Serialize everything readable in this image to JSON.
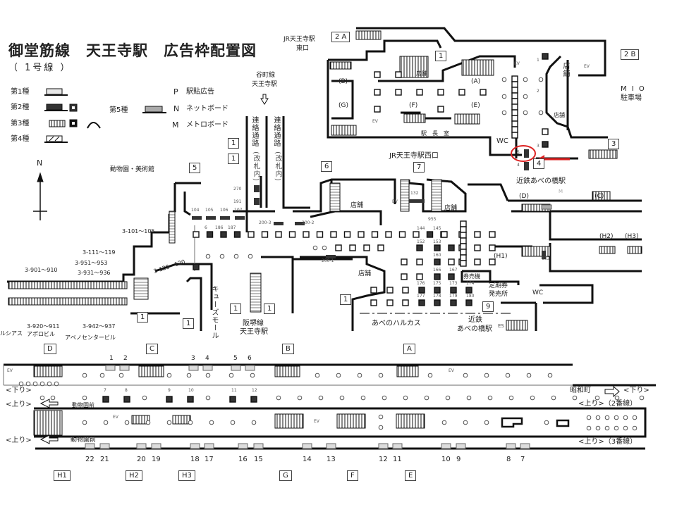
{
  "header": {
    "title": "御堂筋線　天王寺駅　広告枠配置図",
    "subtitle": "（ 1号線 ）"
  },
  "legend": {
    "type1": "第1種",
    "type2": "第2種",
    "type3": "第3種",
    "type4": "第4種",
    "type5": "第5種",
    "p": "P",
    "p_label": "駅貼広告",
    "n": "N",
    "n_label": "ネットボード",
    "m": "M",
    "m_label": "メトロボード"
  },
  "compass": "N",
  "places": {
    "jr_east": "JR天王寺駅",
    "jr_east2": "東口",
    "tanimachi1": "谷町線",
    "tanimachi2": "天王寺駅",
    "passage": "連絡通路",
    "passage_note": "(改札内)",
    "zoo": "動物園・美術館",
    "jr_west": "JR天王寺駅西口",
    "kintetsu": "近鉄あべの橋駅",
    "mio1": "M I O",
    "mio2": "駐車場",
    "shop": "店舗",
    "wc": "WC",
    "stationmaster": "駅　長　室",
    "ticket": "券売機",
    "pass1": "定期券",
    "pass2": "発売所",
    "harukas": "あべのハルカス",
    "kintetsu2a": "近鉄",
    "kintetsu2b": "あべの橋駅",
    "qs": "キューズモール",
    "hankai1": "阪堺線",
    "hankai2": "天王寺駅",
    "apollo": "アポロビル",
    "abeno_center": "アベノセンタービル",
    "lucias": "ルシアス",
    "ev": "EV",
    "es": "ES",
    "m_mark": "M"
  },
  "exits": {
    "e1": "1",
    "e2a": "2 A",
    "e2b": "2 B",
    "e3": "3",
    "e4": "4",
    "e5": "5",
    "e6": "6",
    "e7": "7",
    "e9": "9"
  },
  "areas": {
    "A": "(A)",
    "B": "(B)",
    "C": "(C)",
    "D": "(D)",
    "E": "(E)",
    "F": "(F)",
    "G": "(G)",
    "H1": "(H1)",
    "H2": "(H2)",
    "H3": "(H3)"
  },
  "ranges": {
    "r101": "3-101～105",
    "r111": "3-111～119",
    "r951": "3-951～953",
    "r931": "3-931～936",
    "r901": "3-901～910",
    "r920": "3-920～911",
    "r942": "3-942～937",
    "r125": "3-125～120"
  },
  "ad_numbers": {
    "n104": "104",
    "n105": "105",
    "n106": "106",
    "n107": "107",
    "n270": "270",
    "n191": "191",
    "n200_3": "200-3",
    "n200_2": "200-2",
    "n200_1": "200-1",
    "n132": "132",
    "n955": "955",
    "n6": "6",
    "n186": "186",
    "n187": "187",
    "n144": "144",
    "n145": "145",
    "n152": "152",
    "n153": "153",
    "n160": "160",
    "n166": "166",
    "n167": "167",
    "n176": "176",
    "n175": "175",
    "n173": "173",
    "n174": "174",
    "n177": "177",
    "n178": "178",
    "n179": "179",
    "n180": "180",
    "n133": "133",
    "c1": "1",
    "c2": "2",
    "c3": "3",
    "c4": "4",
    "c5": "5"
  },
  "platform": {
    "top_numbers": [
      "1",
      "2",
      "3",
      "4",
      "5",
      "6"
    ],
    "mid_numbers": [
      "7",
      "8",
      "9",
      "10",
      "11",
      "12"
    ],
    "bottom_numbers": [
      "22",
      "21",
      "20",
      "19",
      "18",
      "17",
      "16",
      "15",
      "14",
      "13",
      "12",
      "11",
      "10",
      "9",
      "8",
      "7"
    ],
    "down": "<下り>",
    "showacho": "昭和町",
    "down2": "<下り>",
    "up": "<上り>",
    "zoo_front": "動物園前",
    "up_track2": "<上り>（2番線）",
    "up2": "<上り>",
    "zoo_front2": "動物園前",
    "up_track3": "<上り>（3番線）",
    "top_letters": [
      "D",
      "C",
      "B",
      "A"
    ],
    "bottom_letters": [
      "H1",
      "H2",
      "H3",
      "G",
      "F",
      "E"
    ]
  }
}
